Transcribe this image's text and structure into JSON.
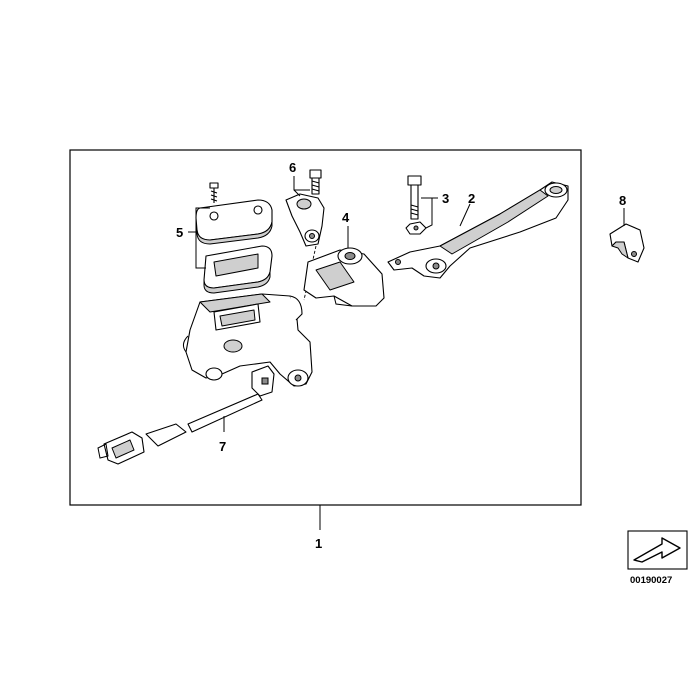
{
  "callouts": {
    "c1": "1",
    "c2": "2",
    "c3": "3",
    "c4": "4",
    "c5": "5",
    "c6": "6",
    "c7": "7",
    "c8": "8"
  },
  "diagram_code": "00190027"
}
